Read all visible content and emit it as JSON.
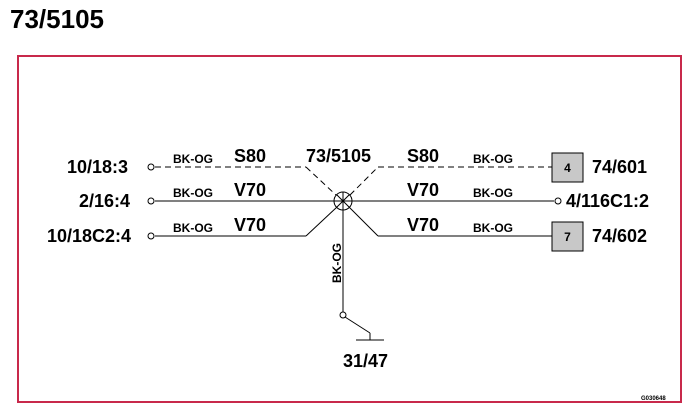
{
  "title": "73/5105",
  "node_label": "73/5105",
  "ground_label": "31/47",
  "figure_id": "G030648",
  "left_terminals": {
    "top": "10/18:3",
    "mid": "2/16:4",
    "bot": "10/18C2:4"
  },
  "right_terminals": {
    "top": "74/601",
    "mid": "4/116C1:2",
    "bot": "74/602"
  },
  "connectors": {
    "top_pin": "4",
    "bot_pin": "7"
  },
  "wires": {
    "left_top_color": "BK-OG",
    "left_top_model": "S80",
    "left_mid_color": "BK-OG",
    "left_mid_model": "V70",
    "left_bot_color": "BK-OG",
    "left_bot_model": "V70",
    "right_top_color": "BK-OG",
    "right_top_model": "S80",
    "right_mid_color": "BK-OG",
    "right_mid_model": "V70",
    "right_bot_color": "BK-OG",
    "right_bot_model": "V70",
    "ground_color": "BK-OG"
  },
  "colors": {
    "frame": "#c8294b",
    "connector_fill": "#c8c8c8",
    "line": "#000000"
  }
}
